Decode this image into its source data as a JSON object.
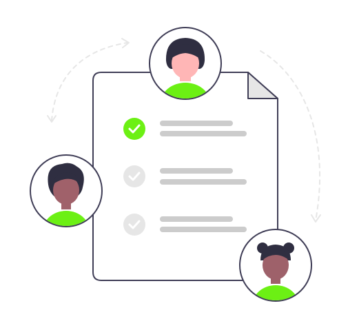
{
  "illustration": {
    "checklist": {
      "items": [
        {
          "status": "checked"
        },
        {
          "status": "unchecked"
        },
        {
          "status": "unchecked"
        }
      ]
    },
    "participants": [
      {
        "position": "top",
        "skin": "light"
      },
      {
        "position": "left",
        "skin": "dark"
      },
      {
        "position": "bottom-right",
        "skin": "medium"
      }
    ]
  },
  "colors": {
    "accent": "#6cf014",
    "document_border": "#3f3d56",
    "hair": "#2f2e41",
    "inactive_check": "#e6e6e6",
    "text_line": "#cccccc",
    "dashed_arrow": "#e6e6e6",
    "skin_light": "#ffb6b6",
    "skin_dark": "#a0616a",
    "skin_medium": "#9e616a"
  }
}
